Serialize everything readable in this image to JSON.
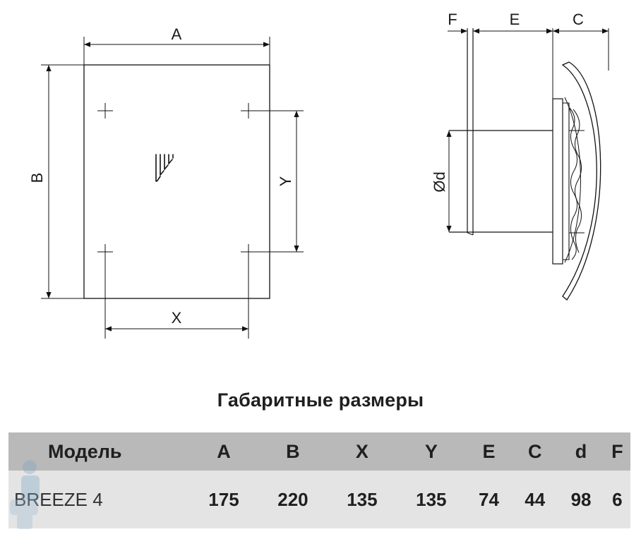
{
  "front_view": {
    "label_a": "A",
    "label_b": "B",
    "label_x": "X",
    "label_y": "Y"
  },
  "side_view": {
    "label_f": "F",
    "label_e": "E",
    "label_c": "C",
    "label_d": "Ød"
  },
  "table": {
    "title": "Габаритные размеры",
    "headers": [
      "Модель",
      "A",
      "B",
      "X",
      "Y",
      "E",
      "C",
      "d",
      "F"
    ],
    "rows": [
      [
        "BREEZE 4",
        "175",
        "220",
        "135",
        "135",
        "74",
        "44",
        "98",
        "6"
      ]
    ]
  }
}
